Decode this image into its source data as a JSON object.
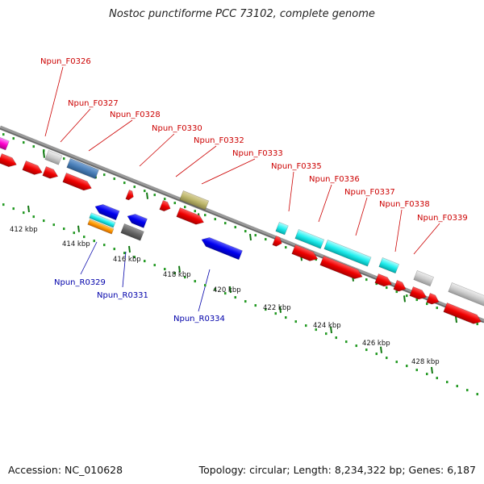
{
  "title": "Nostoc punctiforme PCC 73102, complete genome",
  "accession_text": "Accession: NC_010628",
  "topology_text": "Topology: circular; Length: 8,234,322 bp; Genes: 6,187",
  "colors": {
    "forward_label": "#cc0000",
    "reverse_label": "#0000aa",
    "backbone": "#888888",
    "tick_dots": "#229922"
  },
  "tick_labels": [
    "412 kbp",
    "414 kbp",
    "416 kbp",
    "418 kbp",
    "420 kbp",
    "422 kbp",
    "424 kbp",
    "426 kbp",
    "428 kbp"
  ],
  "forward_gene_labels": [
    "Npun_F0326",
    "Npun_F0327",
    "Npun_F0328",
    "Npun_F0330",
    "Npun_F0332",
    "Npun_F0333",
    "Npun_F0335",
    "Npun_F0336",
    "Npun_F0337",
    "Npun_F0338",
    "Npun_F0339"
  ],
  "reverse_gene_labels": [
    "Npun_R0329",
    "Npun_R0331",
    "Npun_R0334"
  ]
}
